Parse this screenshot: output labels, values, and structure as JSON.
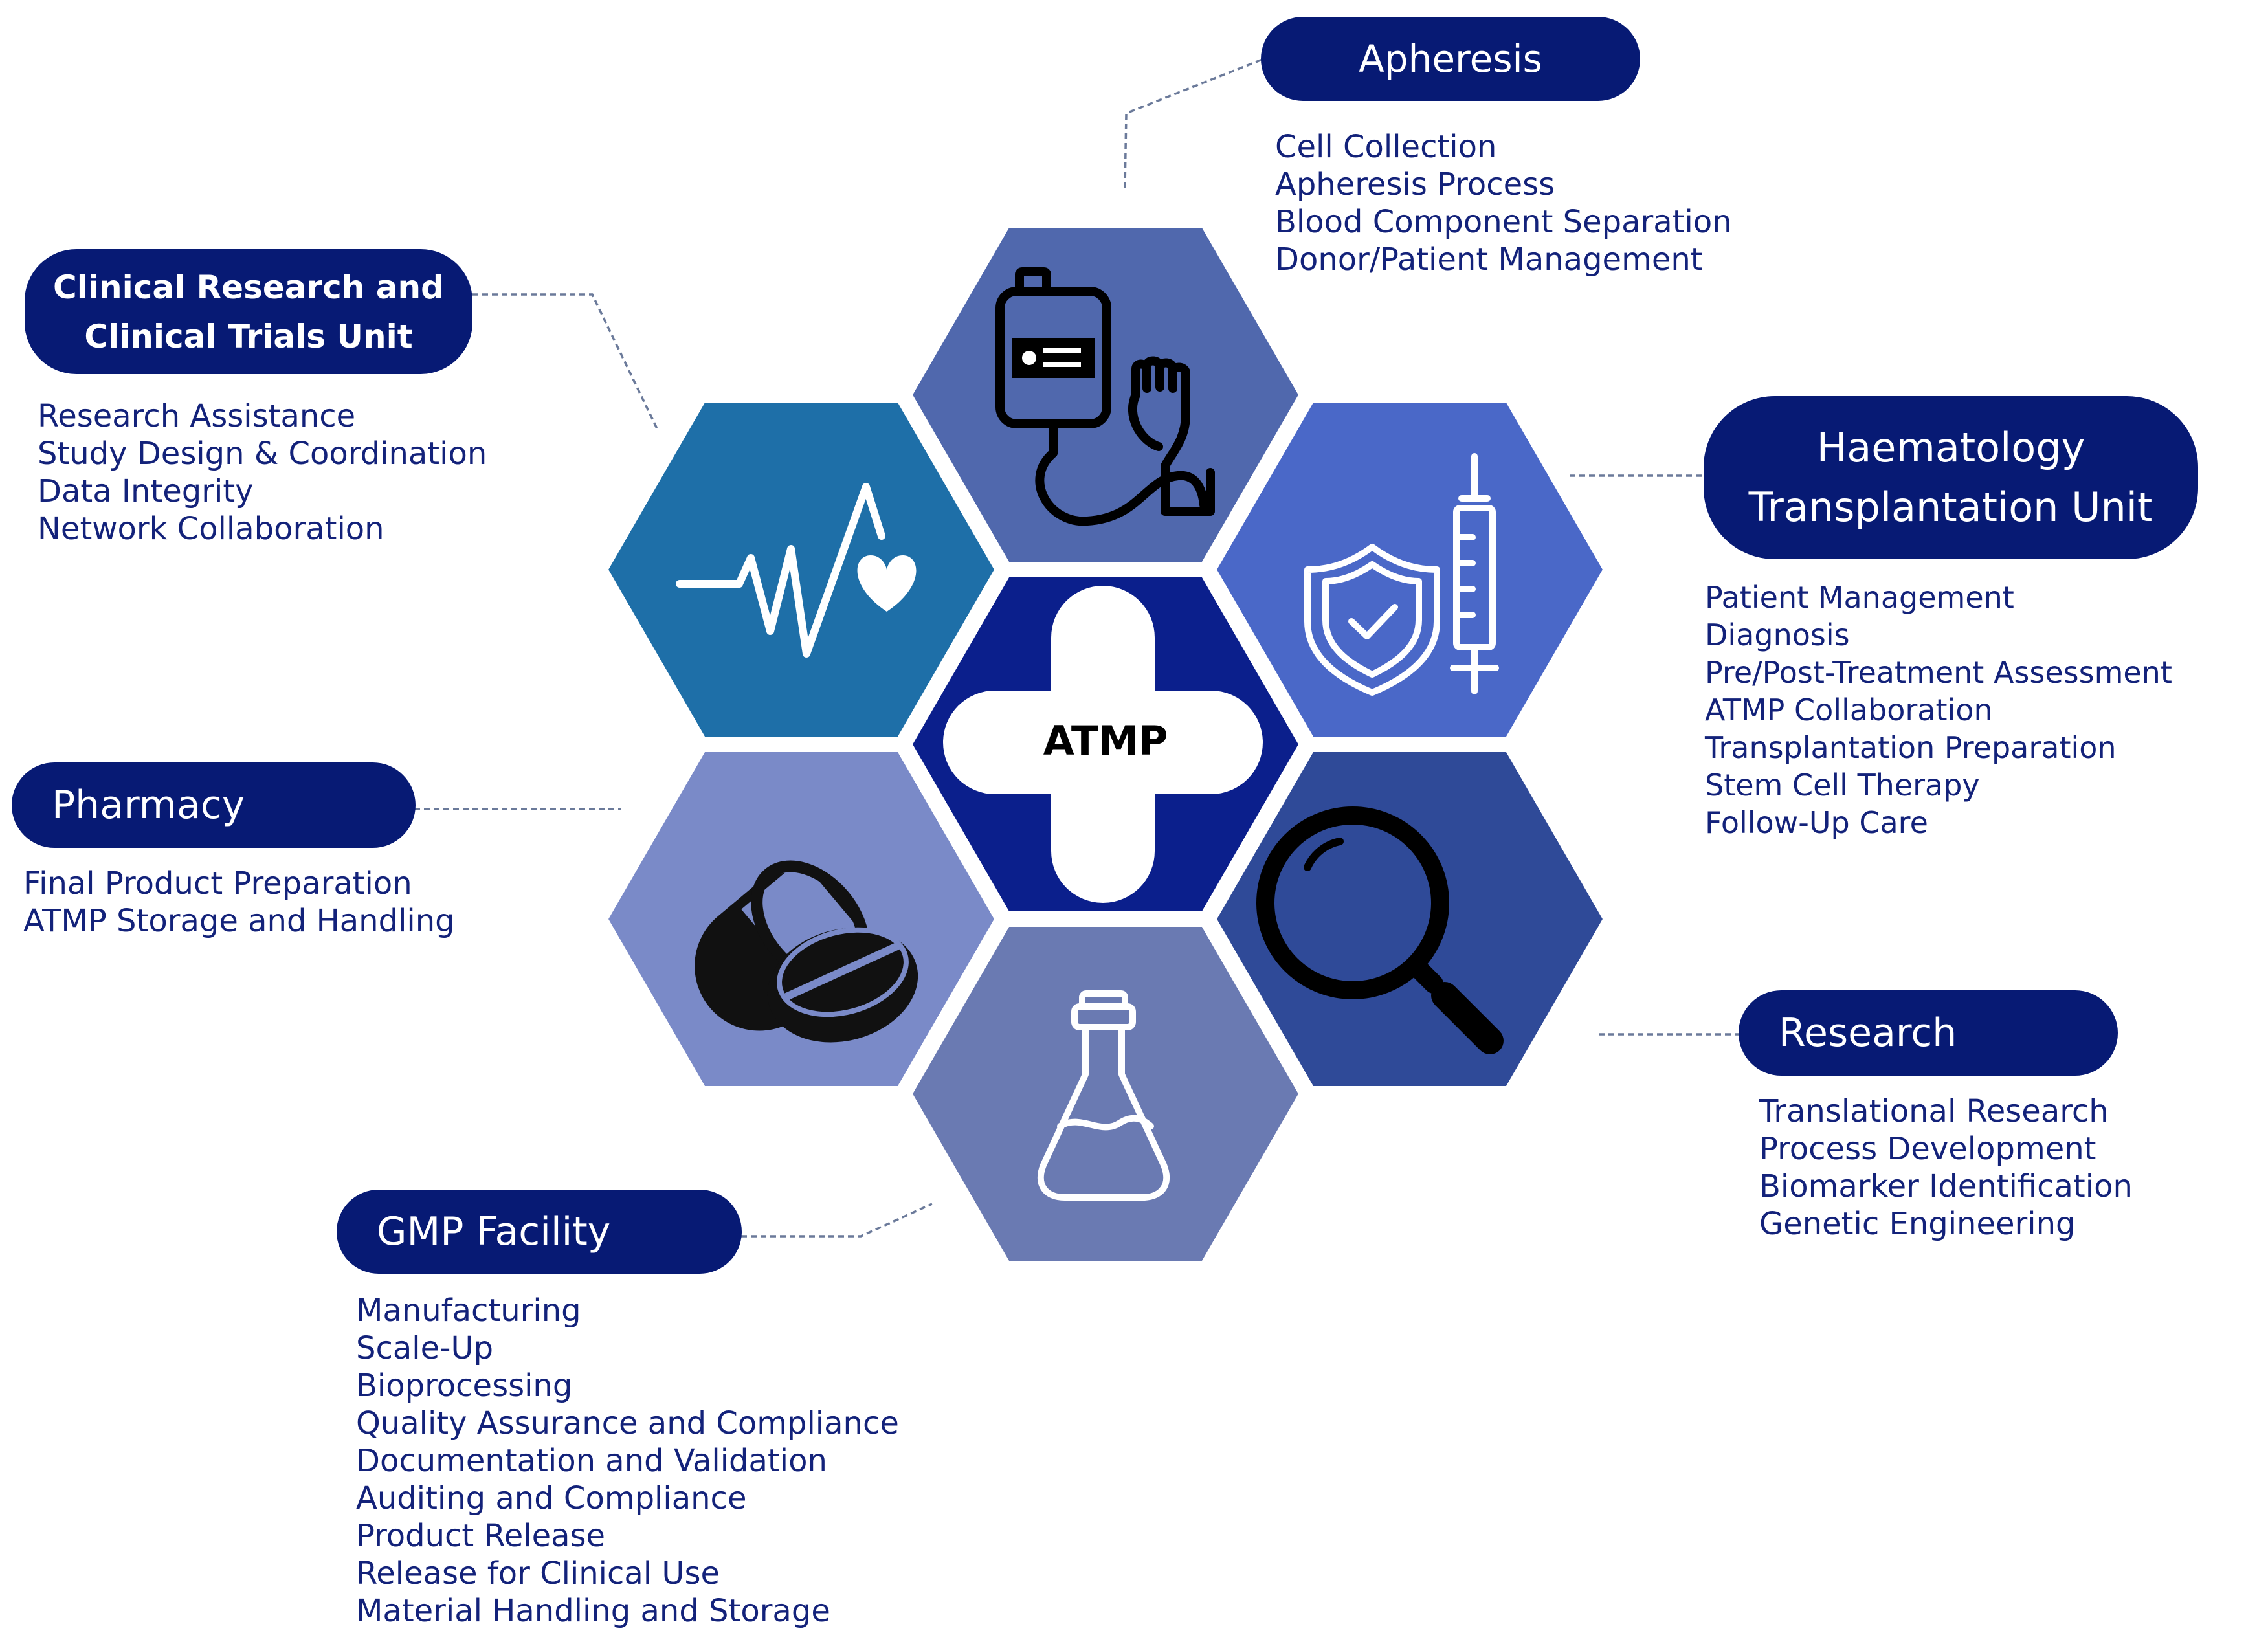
{
  "center": {
    "label": "ATMP"
  },
  "units": [
    {
      "id": "apheresis",
      "title": [
        "Apheresis"
      ],
      "items": [
        "Cell Collection",
        "Apheresis Process",
        "Blood Component Separation",
        "Donor/Patient Management"
      ]
    },
    {
      "id": "clinical",
      "title": [
        "Clinical Research and",
        "Clinical Trials Unit"
      ],
      "items": [
        "Research Assistance",
        "Study Design & Coordination",
        "Data Integrity",
        "Network Collaboration"
      ]
    },
    {
      "id": "haematology",
      "title": [
        "Haematology",
        "Transplantation Unit"
      ],
      "items": [
        "Patient Management",
        "Diagnosis",
        "Pre/Post-Treatment Assessment",
        "ATMP Collaboration",
        "Transplantation Preparation",
        "Stem Cell Therapy",
        "Follow-Up Care"
      ]
    },
    {
      "id": "pharmacy",
      "title": [
        "Pharmacy"
      ],
      "items": [
        "Final Product Preparation",
        "ATMP Storage and Handling"
      ]
    },
    {
      "id": "research",
      "title": [
        "Research"
      ],
      "items": [
        "Translational Research",
        "Process Development",
        "Biomarker Identification",
        "Genetic Engineering"
      ]
    },
    {
      "id": "gmp",
      "title": [
        "GMP Facility"
      ],
      "items": [
        "Manufacturing",
        "Scale-Up",
        "Bioprocessing",
        "Quality Assurance and Compliance",
        "Documentation and Validation",
        "Auditing and Compliance",
        "Product Release",
        "Release for Clinical Use",
        "Material Handling and Storage"
      ]
    }
  ],
  "hexagons": [
    {
      "id": "center",
      "color": "#0b1f8c",
      "icon": "cross-icon"
    },
    {
      "id": "apheresis",
      "color": "#5068ad",
      "icon": "blood-bag-icon"
    },
    {
      "id": "clinical",
      "color": "#1e6fa8",
      "icon": "heartbeat-icon"
    },
    {
      "id": "haematology",
      "color": "#4a68c8",
      "icon": "shield-syringe-icon"
    },
    {
      "id": "pharmacy",
      "color": "#7a8ac8",
      "icon": "pills-icon"
    },
    {
      "id": "research",
      "color": "#2f4a98",
      "icon": "magnifier-icon"
    },
    {
      "id": "gmp",
      "color": "#6a7ab2",
      "icon": "flask-icon"
    }
  ],
  "colors": {
    "pill": "#071a74",
    "text": "#13227a",
    "connector": "#6b7a9a"
  }
}
